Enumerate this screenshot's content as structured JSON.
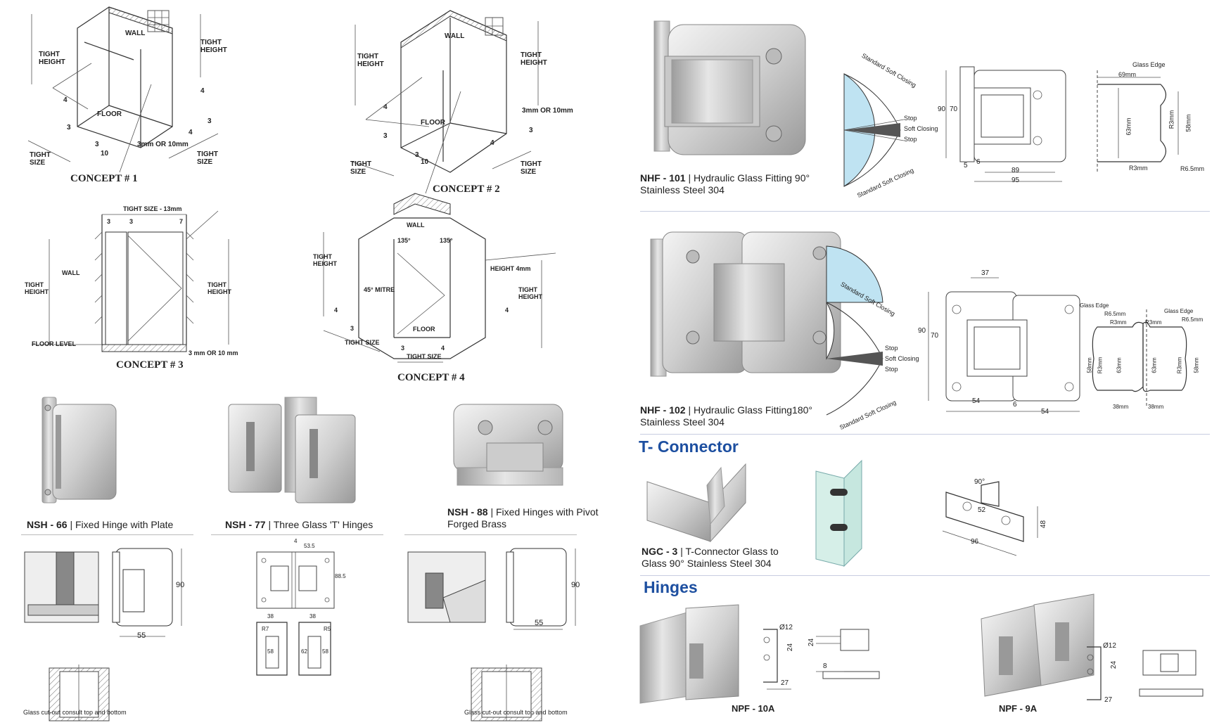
{
  "concepts": {
    "c1": {
      "caption": "CONCEPT # 1",
      "labels": [
        "WALL",
        "TIGHT HEIGHT",
        "TIGHT HEIGHT",
        "4",
        "4",
        "FLOOR",
        "3",
        "3",
        "3",
        "4",
        "10",
        "3mm OR 10mm",
        "TIGHT SIZE",
        "TIGHT SIZE"
      ]
    },
    "c2": {
      "caption": "CONCEPT # 2",
      "labels": [
        "WALL",
        "TIGHT HEIGHT",
        "TIGHT HEIGHT",
        "4",
        "FLOOR",
        "3mm OR 10mm",
        "3",
        "3",
        "10",
        "4",
        "3",
        "TIGHT SIZE",
        "TIGHT SIZE"
      ]
    },
    "c3": {
      "caption": "CONCEPT # 3",
      "labels": [
        "TIGHT SIZE - 13mm",
        "3",
        "3",
        "7",
        "WALL",
        "TIGHT HEIGHT",
        "TIGHT HEIGHT",
        "FLOOR LEVEL",
        "3 mm OR 10 mm"
      ]
    },
    "c4": {
      "caption": "CONCEPT # 4",
      "labels": [
        "WALL",
        "135°",
        "135°",
        "TIGHT HEIGHT",
        "HEIGHT 4mm",
        "45° MITRE",
        "TIGHT HEIGHT",
        "4",
        "4",
        "3",
        "FLOOR",
        "TIGHT SIZE",
        "3",
        "4",
        "TIGHT SIZE"
      ]
    }
  },
  "left_products": [
    {
      "code": "NSH - 66",
      "sep": " | ",
      "name": "Fixed Hinge with Plate",
      "dims": [
        "90",
        "55"
      ],
      "cutout": "Glass cut-out consult top and bottom"
    },
    {
      "code": "NSH - 77",
      "sep": " | ",
      "name": "Three Glass 'T' Hinges",
      "dims": [
        "4",
        "53.5",
        "88.5",
        "38",
        "38",
        "R7",
        "R5",
        "58",
        "62",
        "58"
      ]
    },
    {
      "code": "NSH - 88",
      "sep": " | ",
      "name": "Fixed Hinges with Pivot",
      "name2": "Forged Brass",
      "dims": [
        "90",
        "55"
      ],
      "cutout": "Glass cut-out consult top and bottom"
    }
  ],
  "right_products": {
    "nhf101": {
      "code": "NHF - 101",
      "sep": " | ",
      "name": "Hydraulic Glass Fitting 90°",
      "line2": "Stainless Steel 304",
      "closing": [
        "Standard Soft Closing",
        "Stop",
        "Soft Closing",
        "Stop",
        "Standard Soft Closing"
      ],
      "dims": [
        "90",
        "70",
        "5",
        "6",
        "89",
        "95"
      ],
      "profile": [
        "Glass Edge",
        "69mm",
        "63mm",
        "R3mm",
        "58mm",
        "R3mm",
        "R6.5mm"
      ]
    },
    "nhf102": {
      "code": "NHF - 102",
      "sep": " | ",
      "name": "Hydraulic Glass Fitting180°",
      "line2": "Stainless Steel 304",
      "closing": [
        "Standard Soft Closing",
        "Stop",
        "Soft Closing",
        "Stop",
        "Standard Soft Closing"
      ],
      "dims": [
        "37",
        "90",
        "70",
        "54",
        "6",
        "54"
      ],
      "profile": [
        "Glass Edge",
        "R6.5mm",
        "R3mm",
        "Glass Edge",
        "R3mm",
        "R6.5mm",
        "58mm",
        "R3mm",
        "63mm",
        "63mm",
        "R3mm",
        "58mm",
        "38mm",
        "38mm"
      ]
    }
  },
  "tconnector": {
    "title": "T- Connector",
    "code": "NGC - 3",
    "sep": " | ",
    "name": "T-Connector Glass to",
    "line2": "Glass 90° Stainless Steel 304",
    "dims": [
      "90°",
      "52",
      "96",
      "48"
    ]
  },
  "hinges": {
    "title": "Hinges",
    "npf10a": {
      "code": "NPF - 10A",
      "dims": [
        "Ø12",
        "24",
        "27",
        "24",
        "8"
      ]
    },
    "npf9a": {
      "code": "NPF - 9A",
      "dims": [
        "Ø12",
        "24",
        "27"
      ]
    }
  },
  "colors": {
    "accent_blue": "#1d4fa0",
    "glass_blue": "#bfe3f2",
    "line": "#333333"
  }
}
